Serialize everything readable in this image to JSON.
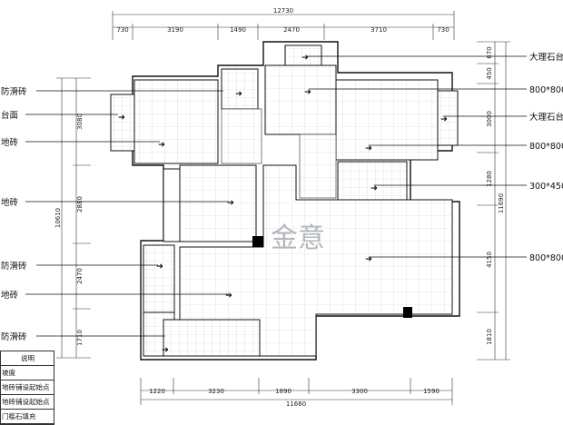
{
  "dimensions": {
    "top_total": "12730",
    "top_segments": [
      "730",
      "3190",
      "1490",
      "2470",
      "3710",
      "730"
    ],
    "bottom_segments": [
      "1220",
      "3230",
      "1890",
      "3300",
      "1590"
    ],
    "bottom_total": "11660",
    "left_total": "10610",
    "left_segments": [
      "3080",
      "2880",
      "2470",
      "1710"
    ],
    "right_segments": [
      "670",
      "450",
      "3000",
      "1280",
      "4150",
      "1810"
    ],
    "right_total": "11690"
  },
  "left_labels": [
    "防滑砖",
    "台面",
    "地砖",
    "地砖",
    "防滑砖",
    "地砖",
    "防滑砖"
  ],
  "right_labels": [
    "大理石台",
    "800*800",
    "大理石台",
    "800*800",
    "300*450",
    "800*800"
  ],
  "watermark": "金意",
  "legend": {
    "header": "说明",
    "rows": [
      "坡度",
      "地砖铺设起始点",
      "地砖铺设起始点",
      "门槛石填充"
    ]
  }
}
